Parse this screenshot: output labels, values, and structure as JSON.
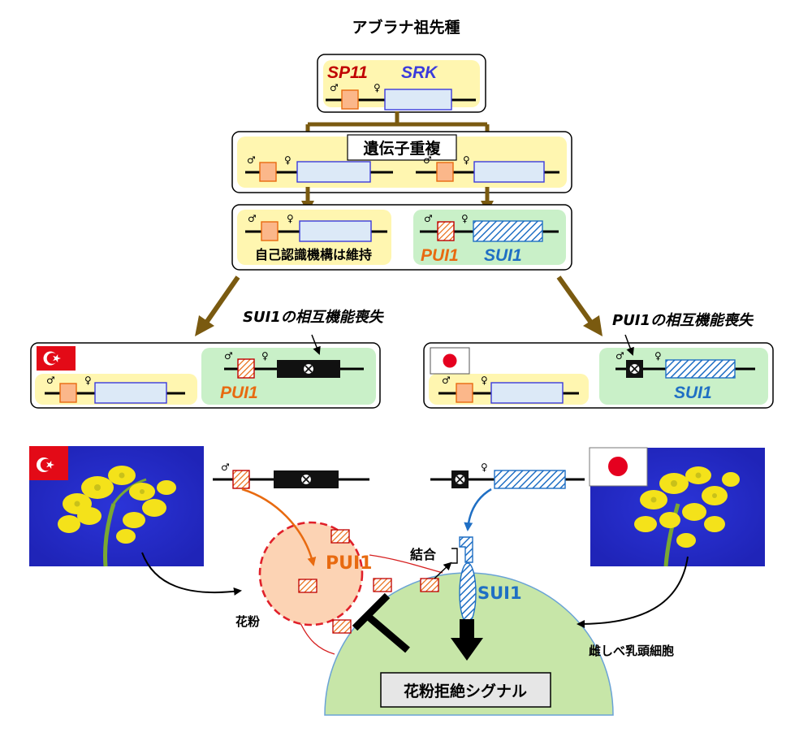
{
  "title": "アブラナ祖先種",
  "genes": {
    "sp11": "SP11",
    "srk": "SRK",
    "pui1": "PUI1",
    "sui1": "SUI1"
  },
  "labels": {
    "duplication": "遺伝子重複",
    "maintained": "自己認識機構は維持",
    "sui1_loss": "SUI1の相互機能喪失",
    "pui1_loss": "PUI1の相互機能喪失",
    "binding": "結合",
    "pollen": "花粉",
    "pistil": "雌しべ乳頭細胞",
    "rejection": "花粉拒絶シグナル",
    "pollen_protein": "PUI1",
    "stigma_receptor": "SUI1"
  },
  "symbols": {
    "male": "♂",
    "female": "♀"
  },
  "icons": [
    "turkey-flag-icon",
    "japan-flag-icon",
    "rapeseed-flower-photo",
    "loss-of-function-cross-icon"
  ],
  "colors": {
    "sp11_red": "#c00000",
    "srk_blue": "#3b3bdc",
    "pui1_orange": "#e86a10",
    "sui1_blue": "#1f6fc4",
    "yellow_box": "#fff6b0",
    "green_box": "#c9f0c8",
    "arrow_brown": "#7a5a10",
    "stigma_green": "#c7e6a8",
    "pollen_fill": "#fcd3b4"
  }
}
